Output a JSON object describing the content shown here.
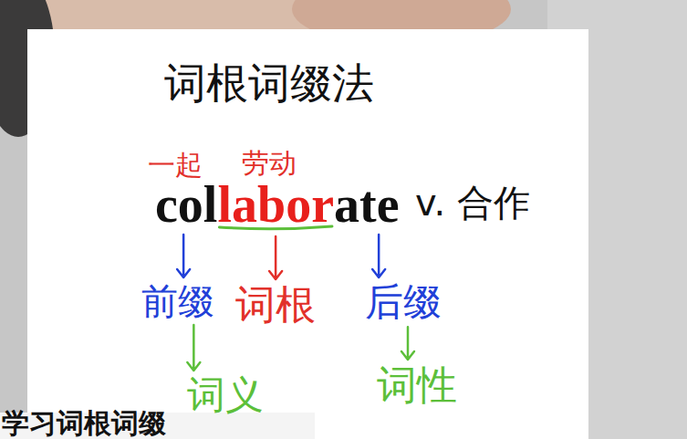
{
  "diagram": {
    "title": "词根词缀法",
    "labels": [
      "一起",
      "劳动",
      "col",
      "labor",
      "ate",
      "v. 合作",
      "前缀",
      "词根",
      "后缀",
      "词义",
      "词性",
      "学习词根词缀"
    ]
  }
}
